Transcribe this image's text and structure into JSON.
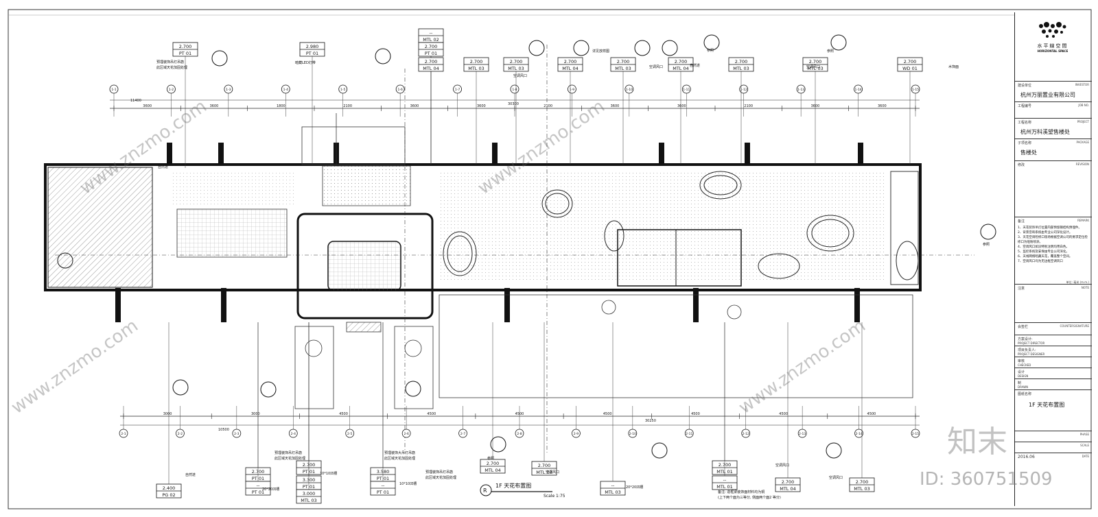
{
  "title_block": {
    "company_cn": "水平線空間",
    "company_en": "HORIZONTAL SPACE",
    "investor_label": "建设单位",
    "investor_label_en": "INVESTOR",
    "investor": "杭州万丽置业有限公司",
    "job_label": "工程编号",
    "job_label_en": "JOB NO.",
    "project_label": "工程名称",
    "project_label_en": "PROJECT",
    "project": "杭州万科溪望售楼处",
    "package_label": "子项名称",
    "package_label_en": "PACKAGE",
    "package": "售楼处",
    "revision_label": "修改",
    "revision_label_en": "REVISION",
    "remark_label": "备注",
    "remark_label_en": "REMARK",
    "remarks": [
      "1、天花装饰吊灯位置内部预留钢结构预埋件。",
      "2、背景音响系统由专业公司深化设计。",
      "3、天花空调检修口现场根据空调公司的要求定位检修口为哑粉喷涂。",
      "4、空调风口如没特别注明均用白色。",
      "5、监控系统及安保由专业公司深化。",
      "6、天线网络暗藏天花，覆盖整个空间。",
      "7、空调风口均为无边框空调风口"
    ],
    "unit_note": "单位: 毫米 (m.m.)",
    "note_label": "注意",
    "note_label_en": "NOTE",
    "countersign_label": "会签栏",
    "countersign_label_en": "COUNTERSIGNATURE",
    "director_label": "方案设计:",
    "director_label_en": "PROJECT DIRECTOR",
    "designer_label": "项目负责人:",
    "designer_label_en": "PROJECT DESIGNER",
    "checked_label": "审核",
    "checked_label_en": "CHECKED",
    "design_label": "设计",
    "design_label_en": "DESIGN",
    "drawn_label": "制",
    "drawn_label_en": "DRAWN",
    "drawing_name_label": "图纸名称",
    "drawing_name": "1F 天花布置图",
    "phase_label": "PHASE",
    "scale_label": "SCALE",
    "date_label": "DATE",
    "date": "2016.06"
  },
  "plan": {
    "title": "1F 天花布置图",
    "scale": "Scale 1:75",
    "overall_dim_top": "30300",
    "overall_dim_bottom": "30250",
    "top_dims": [
      "3600",
      "3600",
      "1800",
      "2100",
      "3600",
      "3600",
      "2100",
      "3600",
      "3600",
      "2100",
      "3600",
      "3600"
    ],
    "bottom_dims": [
      "3000",
      "3000",
      "4500",
      "4500",
      "4500",
      "4500",
      "4500",
      "4500",
      "4500"
    ],
    "left_top_dim": "11400",
    "left_bottom_dim": "10500",
    "grid_top": [
      "1-1",
      "1-2",
      "1-3",
      "1-4",
      "1-5",
      "1-6",
      "1-7",
      "1-8",
      "1-9",
      "1-10",
      "1-11",
      "1-12",
      "1-13",
      "1-14",
      "1-15"
    ],
    "grid_bottom": [
      "2-1",
      "2-2",
      "2-3",
      "2-4",
      "2-5",
      "2-6",
      "2-7",
      "2-8",
      "2-9",
      "2-10",
      "2-11",
      "2-12",
      "2-13",
      "2-14",
      "2-15"
    ],
    "callouts_top": [
      {
        "h": "2.700",
        "m": "PT 01"
      },
      {
        "h": "2.980",
        "m": "PT 01"
      },
      {
        "h": "--",
        "m": "MTL 02"
      },
      {
        "h": "2.700",
        "m": "PT 01"
      },
      {
        "h": "2.700",
        "m": "MTL 04"
      },
      {
        "h": "2.700",
        "m": "MTL 03"
      },
      {
        "h": "2.700",
        "m": "MTL 03"
      },
      {
        "h": "2.700",
        "m": "MTL 04"
      },
      {
        "h": "2.700",
        "m": "MTL 03"
      },
      {
        "h": "2.700",
        "m": "MTL 04"
      },
      {
        "h": "2.700",
        "m": "MTL 03"
      },
      {
        "h": "2.700",
        "m": "MTL 03"
      },
      {
        "h": "2.700",
        "m": "WD 01"
      }
    ],
    "callouts_bottom": [
      {
        "h": "2.400",
        "m": "PG 02"
      },
      {
        "h": "2.700",
        "m": "PT 01"
      },
      {
        "h": "--",
        "m": "PT 01"
      },
      {
        "h": "2.700",
        "m": "PT 01"
      },
      {
        "h": "3.300",
        "m": "PT 01"
      },
      {
        "h": "3.000",
        "m": "MTL 03"
      },
      {
        "h": "3.580",
        "m": "PT 01"
      },
      {
        "h": "--",
        "m": "PT 01"
      },
      {
        "h": "2.700",
        "m": "MTL 04"
      },
      {
        "h": "2.700",
        "m": "MTL 03"
      },
      {
        "h": "--",
        "m": "MTL 03"
      },
      {
        "h": "2.700",
        "m": "MTL 01"
      },
      {
        "h": "--",
        "m": "MTL 01"
      },
      {
        "h": "2.700",
        "m": "MTL 04"
      },
      {
        "h": "2.700",
        "m": "MTL 03"
      }
    ],
    "notes": {
      "reserve_lamp": "预埋装饰吊灯吊筋",
      "reserve_lamp2": "此区域天花加固处理",
      "hidden_led": "暗藏LED灯带",
      "ac_outlet": "空调风口",
      "natural": "自然遂",
      "see": "参照",
      "wood": "木饰面",
      "groove": "20*20凹槽",
      "groove2": "10*10凹槽",
      "big_lamp": "预埋装饰大吊灯吊筋",
      "detail": "详见放样图",
      "beam_note": "备注: 造框梁装饰面材料均为铜",
      "beam_note2": "(上下两个面为三等分, 侧面两个面2 等分)",
      "section_letter": "R"
    }
  },
  "watermarks": {
    "site": "www.znzmo.com",
    "logo": "知末",
    "id": "ID: 360751509"
  }
}
